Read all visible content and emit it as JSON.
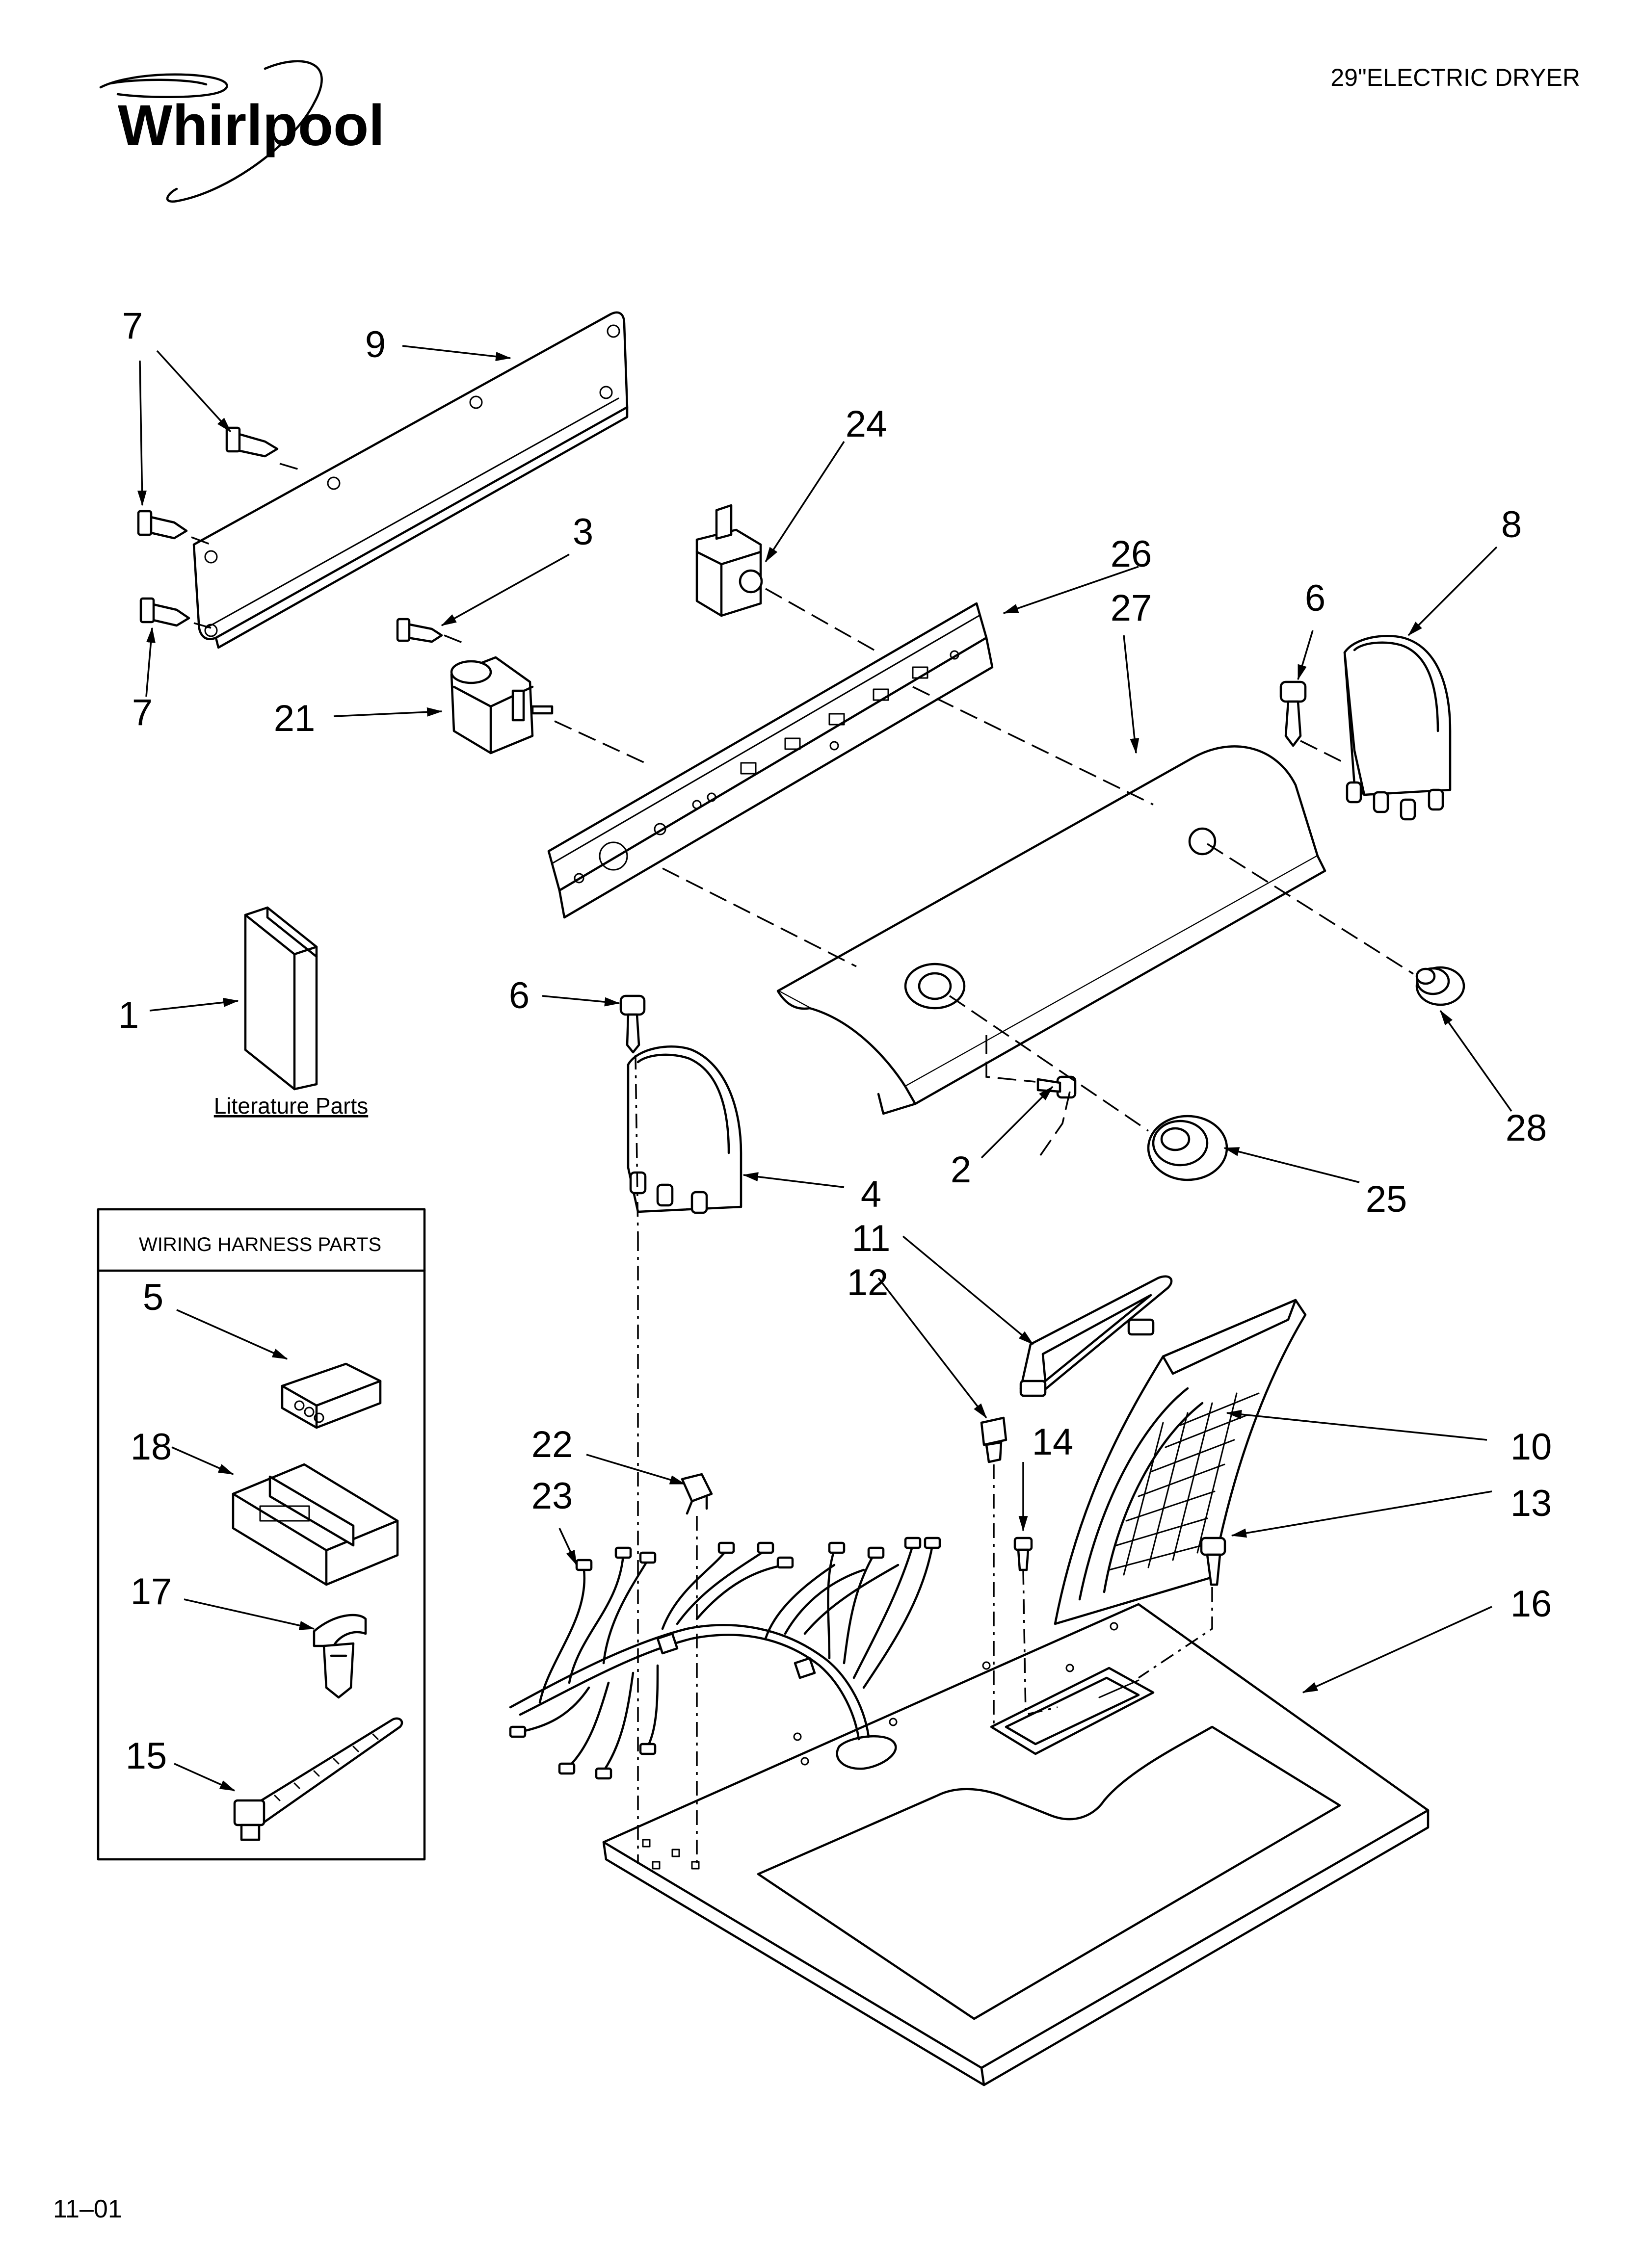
{
  "header": {
    "brand": "Whirlpool",
    "model_title": "29\"ELECTRIC DRYER"
  },
  "footer": {
    "date_code": "11–01"
  },
  "captions": {
    "literature": "Literature Parts",
    "wiring_box_title": "WIRING HARNESS PARTS"
  },
  "callouts": {
    "c7a": "7",
    "c9": "9",
    "c7b": "7",
    "c24": "24",
    "c3": "3",
    "c8": "8",
    "c26": "26",
    "c27": "27",
    "c6a": "6",
    "c21": "21",
    "c1": "1",
    "c6b": "6",
    "c28": "28",
    "c2": "2",
    "c25": "25",
    "c4": "4",
    "c11": "11",
    "c12": "12",
    "c5": "5",
    "c22": "22",
    "c14": "14",
    "c10": "10",
    "c23": "23",
    "c13": "13",
    "c18": "18",
    "c17": "17",
    "c16": "16",
    "c15": "15"
  }
}
